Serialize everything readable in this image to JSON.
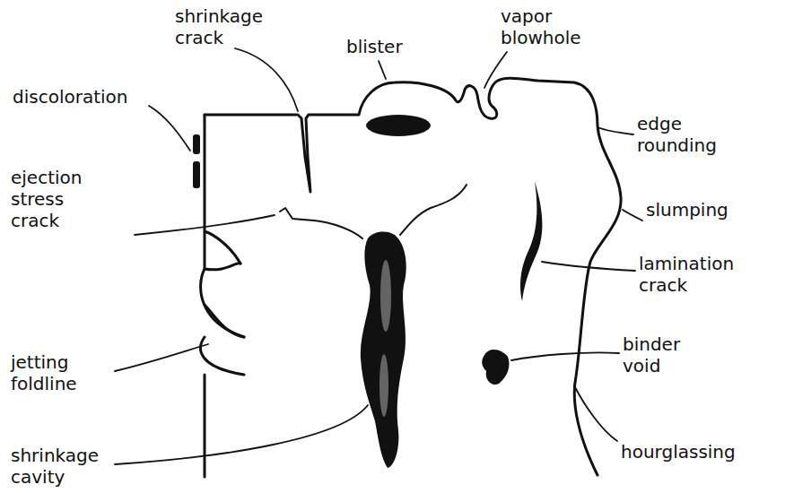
{
  "diagram": {
    "labels": [
      "shrinkage crack",
      "blister",
      "vapor blowhole",
      "discoloration",
      "edge rounding",
      "ejection stress crack",
      "slumping",
      "lamination crack",
      "jetting foldline",
      "binder void",
      "shrinkage cavity",
      "hourglassing"
    ]
  }
}
